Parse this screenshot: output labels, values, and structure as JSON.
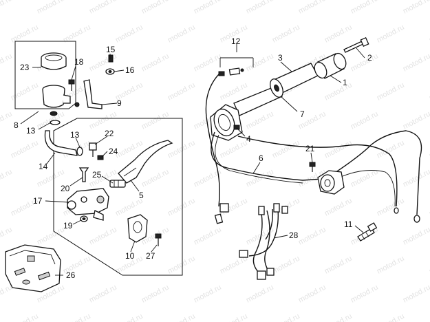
{
  "watermark": "motod.ru",
  "callouts": {
    "c1": "1",
    "c2": "2",
    "c3": "3",
    "c4": "4",
    "c5": "5",
    "c6": "6",
    "c7": "7",
    "c8": "8",
    "c9": "9",
    "c10": "10",
    "c11": "11",
    "c12": "12",
    "c13a": "13",
    "c13b": "13",
    "c14": "14",
    "c15": "15",
    "c16": "16",
    "c17": "17",
    "c18": "18",
    "c19": "19",
    "c20": "20",
    "c21": "21",
    "c22": "22",
    "c23": "23",
    "c24": "24",
    "c25": "25",
    "c26": "26",
    "c27": "27",
    "c28": "28"
  }
}
